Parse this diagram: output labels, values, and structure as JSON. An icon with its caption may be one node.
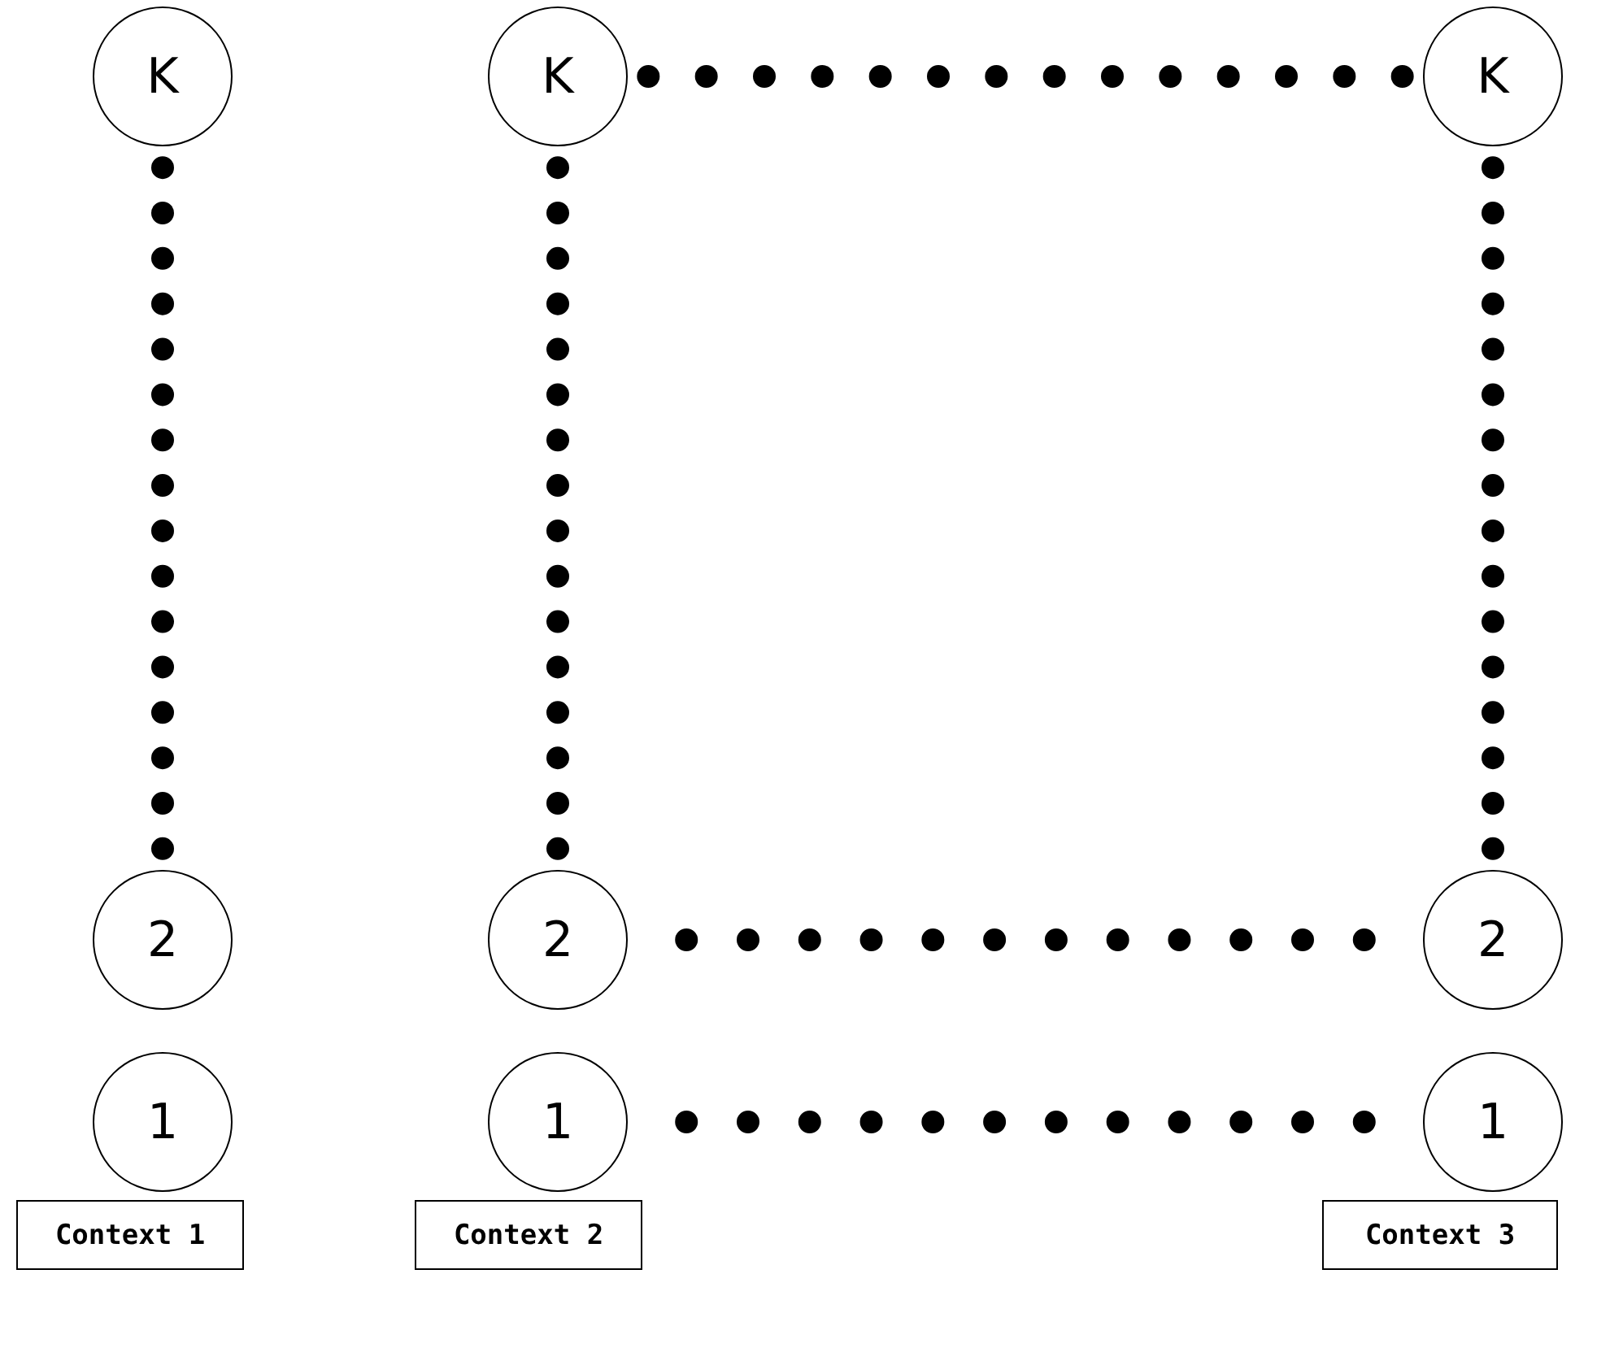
{
  "diagram": {
    "nodes": [
      {
        "text": [
          "K"
        ]
      },
      {
        "text": [
          "K"
        ]
      },
      {
        "text": [
          "K"
        ]
      },
      {
        "text": [
          "2"
        ]
      },
      {
        "text": [
          "2"
        ]
      },
      {
        "text": [
          "2"
        ]
      },
      {
        "text": [
          "1"
        ]
      },
      {
        "text": [
          "1"
        ]
      },
      {
        "text": [
          "1"
        ]
      },
      {
        "text": [
          "Context 1"
        ]
      },
      {
        "text": [
          "Context 2"
        ]
      },
      {
        "text": [
          "Context 3"
        ]
      }
    ],
    "edges": [
      {
        "from": 0,
        "to": 3,
        "arrow": "none",
        "style": "dashed"
      },
      {
        "from": 1,
        "to": 4,
        "arrow": "none",
        "style": "dashed"
      },
      {
        "from": 1,
        "to": 2,
        "arrow": "none",
        "style": "dashed"
      },
      {
        "from": 2,
        "to": 5,
        "arrow": "none",
        "style": "dashed"
      },
      {
        "from": 4,
        "to": 5,
        "arrow": "none",
        "style": "dashed"
      },
      {
        "from": 7,
        "to": 8,
        "arrow": "none",
        "style": "dashed"
      }
    ]
  }
}
